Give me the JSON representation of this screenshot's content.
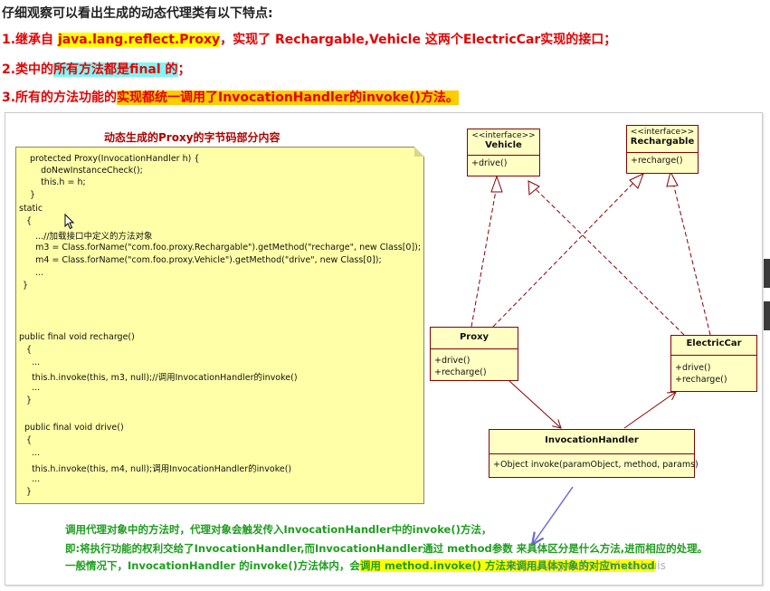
{
  "intro": {
    "title": "仔细观察可以看出生成的动态代理类有以下特点:",
    "p1": {
      "prefix": "1.继承自 ",
      "hl": "java.lang.reflect.Proxy",
      "suffix": "，实现了 Rechargable,Vehicle 这两个ElectricCar实现的接口；"
    },
    "p2": {
      "prefix": "2.类中的",
      "hl": "所有方法都是final 的",
      "suffix": "；"
    },
    "p3": {
      "prefix": "3.所有的方法功能的",
      "hl": "实现都统一调用了InvocationHandler的invoke()方法。",
      "suffix": ""
    }
  },
  "code_box": {
    "title": "动态生成的Proxy的字节码部分内容",
    "lines": [
      "protected Proxy(InvocationHandler h) {",
      "    doNewInstanceCheck();",
      "    this.h = h;",
      "}",
      "static",
      "{",
      "    ...//加载接口中定义的方法对象",
      "    m3 = Class.forName(\"com.foo.proxy.Rechargable\").getMethod(\"recharge\", new Class[0]);",
      "    m4 = Class.forName(\"com.foo.proxy.Vehicle\").getMethod(\"drive\", new Class[0]);",
      "    ...",
      "}",
      "public final void recharge()",
      "{",
      "    ...",
      "    this.h.invoke(this, m3, null);//调用InvocationHandler的invoke()",
      "    ...",
      "}",
      "public final void drive()",
      "{",
      "    ...",
      "    this.h.invoke(this, m4, null);调用InvocationHandler的invoke()",
      "    ...",
      "}"
    ]
  },
  "uml": {
    "vehicle": {
      "stereotype": "<<interface>>",
      "name": "Vehicle",
      "methods": [
        "+drive()"
      ]
    },
    "rechargable": {
      "stereotype": "<<interface>>",
      "name": "Rechargable",
      "methods": [
        "+recharge()"
      ]
    },
    "proxy": {
      "name": "Proxy",
      "methods": [
        "+drive()",
        "+recharge()"
      ]
    },
    "electric_car": {
      "name": "ElectricCar",
      "methods": [
        "+drive()",
        "+recharge()"
      ]
    },
    "invocation_handler": {
      "name": "InvocationHandler",
      "methods": [
        "+Object invoke(paramObject, method, params)"
      ]
    }
  },
  "bottom_note": {
    "line1": "调用代理对象中的方法时，代理对象会触发传入InvocationHandler中的invoke()方法，",
    "line2": "即:将执行功能的权利交给了InvocationHandler,而InvocationHandler通过 method参数 来具体区分是什么方法,进而相应的处理。",
    "line3_prefix": "一般情况下，InvocationHandler 的invoke()方法体内，会",
    "line3_hl": "调用 method.invoke() 方法来调用具体对象的对应method"
  },
  "watermark": "http://blog.csdn.net/luanlouis",
  "colors": {
    "point_red": "#e60000",
    "highlight_yellow": "#ffff00",
    "highlight_cyan": "#7ff7f7",
    "note_yellow": "#ffffa8",
    "uml_border": "#8a0000",
    "note_green": "#1e9e1e"
  }
}
